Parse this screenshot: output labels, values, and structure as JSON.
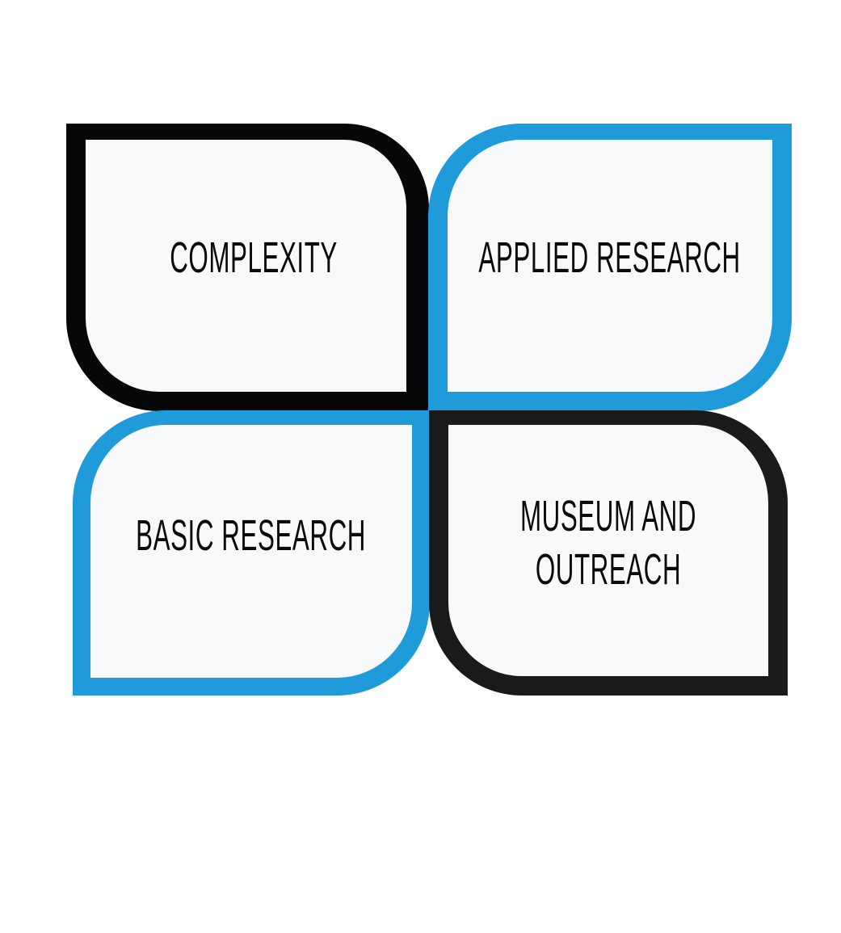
{
  "colors": {
    "black": "#050709",
    "blue": "#1e9bd8",
    "dark": "#1a1a1a",
    "fill": "#f7f9fb"
  },
  "quadrants": [
    {
      "label": "COMPLEXITY"
    },
    {
      "label": "APPLIED RESEARCH"
    },
    {
      "label": "BASIC RESEARCH"
    },
    {
      "label": "MUSEUM AND OUTREACH",
      "lines": [
        "MUSEUM AND",
        "OUTREACH"
      ]
    }
  ]
}
